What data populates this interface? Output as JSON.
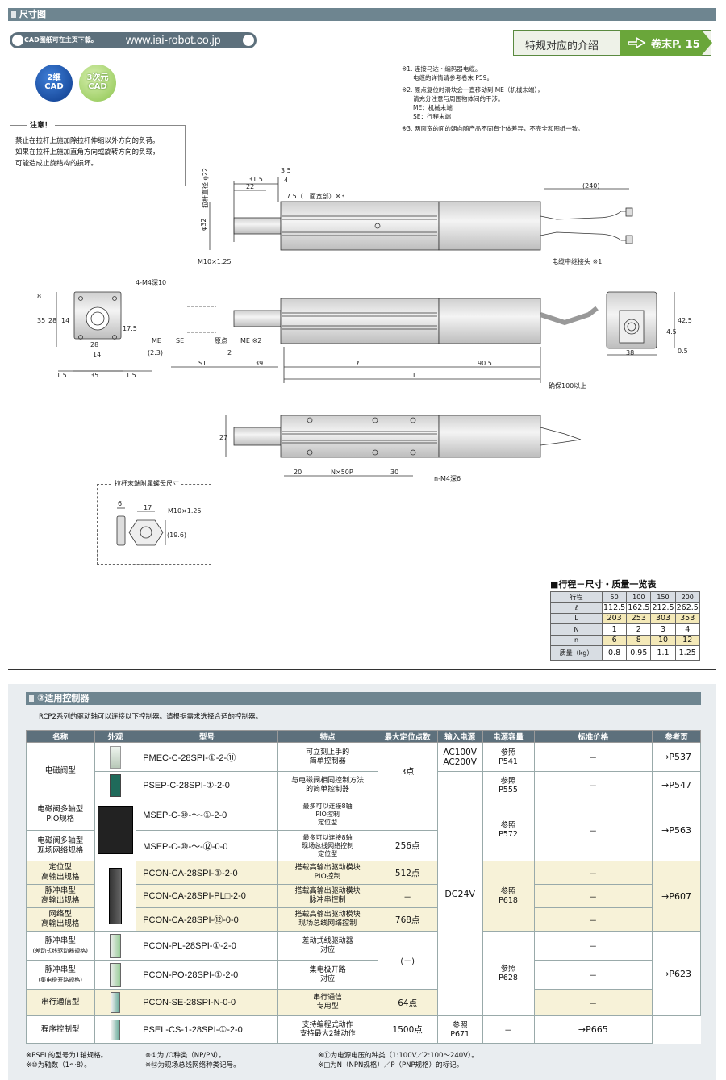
{
  "header": {
    "dimensions_title": "尺寸图",
    "controllers_title": "②适用控制器"
  },
  "cad": {
    "download_text": "CAD图纸可在主页下载。",
    "url": "www.iai-robot.co.jp",
    "badge_2d": "2维\nCAD",
    "badge_3d": "3次元\nCAD"
  },
  "spec_link": {
    "label": "特规对应的介绍",
    "ref": "卷末P. 15"
  },
  "notes": [
    "※1. 连接马达・编码器电缆。",
    "电缆的详情请参考卷末 P59。",
    "※2. 原点复位时滑块会一直移动到 ME（机械末端），",
    "请充分注意与周围物体间的干涉。",
    "ME：机械末端",
    "SE：行程末端",
    "※3. 两面宽的面的朝向随产品不同有个体差异，不完全和图纸一致。"
  ],
  "caution": {
    "title": "注意！",
    "lines": [
      "禁止在拉杆上施加除拉杆伸缩以外方向的负荷。",
      "如果在拉杆上施加直角方向或旋转方向的负载，",
      "可能造成止旋结构的损坏。"
    ]
  },
  "drawing_labels": {
    "rod_outer_dia": "拉杆直径 φ22",
    "dim_31_5": "31.5",
    "dim_22": "22",
    "dim_3_5": "3.5",
    "dim_4": "4",
    "across_flats": "7.5（二面宽部）※3",
    "dim_240": "(240)",
    "dia_32": "φ32",
    "thread": "M10×1.25",
    "cable_relay": "电缆中继接头 ※1",
    "tap_4": "4-M4深10",
    "dim_8": "8",
    "dim_35v": "35",
    "dim_28v": "28",
    "dim_14v": "14",
    "dim_17_5": "17.5",
    "dim_28h": "28",
    "dim_14h": "14",
    "dim_1_5a": "1.5",
    "dim_35h": "35",
    "dim_1_5b": "1.5",
    "me_left": "ME",
    "se": "SE",
    "dim_2_3": "(2.3)",
    "origin": "原点",
    "dim_2": "2",
    "me_right": "ME ※2",
    "st": "ST",
    "dim_39": "39",
    "ell": "ℓ",
    "dim_90_5": "90.5",
    "L": "L",
    "secure": "确保100以上",
    "dim_42_5": "42.5",
    "dim_4_5": "4.5",
    "dim_38": "38",
    "dim_0_5": "0.5",
    "dim_27": "27",
    "dim_20": "20",
    "n50": "N×50P",
    "dim_30": "30",
    "tap_n": "n-M4深6",
    "bolt_title": "拉杆末端附属螺母尺寸",
    "dim_6": "6",
    "dim_17": "17",
    "bolt_thread": "M10×1.25",
    "dim_19_6": "(19.6)"
  },
  "stroke_table": {
    "title": "■行程－尺寸・质量一览表",
    "header": [
      "行程",
      "50",
      "100",
      "150",
      "200"
    ],
    "rows": [
      {
        "label": "ℓ",
        "values": [
          "112.5",
          "162.5",
          "212.5",
          "262.5"
        ],
        "hl": false
      },
      {
        "label": "L",
        "values": [
          "203",
          "253",
          "303",
          "353"
        ],
        "hl": true
      },
      {
        "label": "N",
        "values": [
          "1",
          "2",
          "3",
          "4"
        ],
        "hl": false
      },
      {
        "label": "n",
        "values": [
          "6",
          "8",
          "10",
          "12"
        ],
        "hl": true
      },
      {
        "label": "质量（kg）",
        "values": [
          "0.8",
          "0.95",
          "1.1",
          "1.25"
        ],
        "hl": false
      }
    ]
  },
  "controllers": {
    "desc": "RCP2系列的驱动轴可以连接以下控制器。请根据需求选择合适的控制器。",
    "headers": [
      "名称",
      "外观",
      "型号",
      "特点",
      "最大定位点数",
      "输入电源",
      "电源容量",
      "标准价格",
      "参考页"
    ],
    "row1": {
      "name": "电磁阀型",
      "model": "PMEC-C-28SPI-①-2-⑪",
      "feat": "可立刻上手的\n简单控制器",
      "power": "AC100V\nAC200V",
      "cap": "参照\nP541",
      "price": "－",
      "page": "→P537"
    },
    "row2": {
      "model": "PSEP-C-28SPI-①-2-0",
      "feat": "与电磁阀相同控制方法\n的简单控制器",
      "points": "3点",
      "cap": "参照\nP555",
      "price": "－",
      "page": "→P547"
    },
    "row3": {
      "name": "电磁阀多轴型\nPIO规格",
      "model": "MSEP-C-⑩-～-①-2-0",
      "feat": "最多可以连接8轴\nPIO控制\n定位型",
      "cap": "参照\nP572",
      "price": "－",
      "page": "→P563"
    },
    "row4": {
      "name": "电磁阀多轴型\n现场网络规格",
      "model": "MSEP-C-⑩-～-⑫-0-0",
      "feat": "最多可以连接8轴\n现场总线网络控制\n定位型",
      "points": "256点"
    },
    "row5": {
      "name": "定位型\n高输出规格",
      "model": "PCON-CA-28SPI-①-2-0",
      "feat": "搭载高输出驱动模块\nPIO控制",
      "points": "512点",
      "price": "－",
      "power": "DC24V",
      "cap": "参照\nP618",
      "page": "→P607"
    },
    "row6": {
      "name": "脉冲串型\n高输出规格",
      "model": "PCON-CA-28SPI-PL□-2-0",
      "feat": "搭载高输出驱动模块\n脉冲串控制",
      "points": "－",
      "price": "－"
    },
    "row7": {
      "name": "网络型\n高输出规格",
      "model": "PCON-CA-28SPI-⑫-0-0",
      "feat": "搭载高输出驱动模块\n现场总线网络控制",
      "points": "768点",
      "price": "－"
    },
    "row8": {
      "name": "脉冲串型",
      "name_sub": "(差动式线驱动器规格)",
      "model": "PCON-PL-28SPI-①-2-0",
      "feat": "差动式线驱动器\n对应",
      "points": "(－)",
      "cap": "参照\nP628",
      "price": "－",
      "page": "→P623"
    },
    "row9": {
      "name": "脉冲串型",
      "name_sub": "(集电极开路规格)",
      "model": "PCON-PO-28SPI-①-2-0",
      "feat": "集电极开路\n对应",
      "price": "－"
    },
    "row10": {
      "name": "串行通信型",
      "model": "PCON-SE-28SPI-N-0-0",
      "feat": "串行通信\n专用型",
      "points": "64点",
      "price": "－"
    },
    "row11": {
      "name": "程序控制型",
      "model": "PSEL-CS-1-28SPI-①-2-0",
      "feat": "支持编程式动作\n支持最大2轴动作",
      "points": "1500点",
      "cap": "参照\nP671",
      "price": "－",
      "page": "→P665"
    },
    "footnotes": [
      "※PSEL的型号为1轴规格。",
      "※⑩为轴数（1～8）。",
      "※①为I/O种类（NP/PN）。",
      "※⑫为现场总线网络种类记号。",
      "※⑪为电源电压的种类（1:100V／2:100～240V）。",
      "※□为N（NPN规格）／P（PNP规格）的标记。"
    ]
  }
}
